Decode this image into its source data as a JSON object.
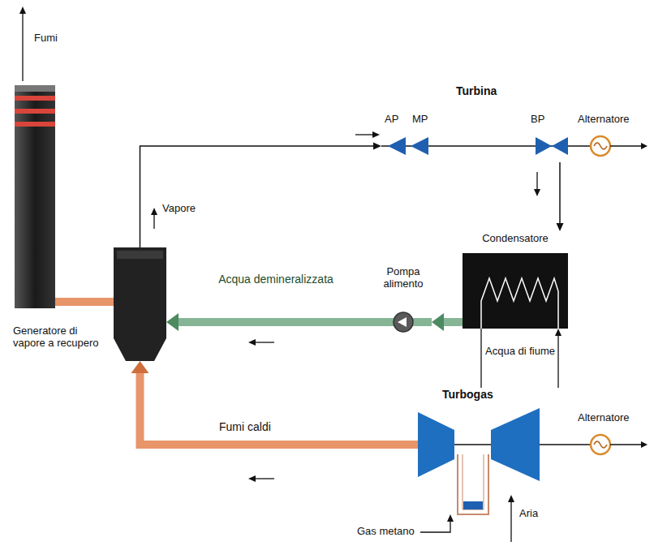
{
  "diagram": {
    "nodes": [
      {
        "text": [
          "Turbina",
          "AP",
          "MP",
          "BP"
        ]
      },
      {
        "text": [
          "Alternatore"
        ]
      },
      {
        "text": [
          "Generatore di vapore a recupero"
        ]
      },
      {
        "text": [
          "Pompa alimento"
        ]
      },
      {
        "text": [
          "Condensatore"
        ]
      },
      {
        "text": [
          "Turbogas"
        ]
      },
      {
        "text": [
          "Alternatore"
        ]
      }
    ],
    "edges": [
      {
        "from": 2,
        "to": 0,
        "arrow": "to",
        "label": "Vapore"
      },
      {
        "from": 0,
        "to": 1,
        "arrow": "none"
      },
      {
        "from": 0,
        "to": 4,
        "arrow": "to"
      },
      {
        "from": 4,
        "to": 3,
        "arrow": "to"
      },
      {
        "from": 3,
        "to": 2,
        "arrow": "to",
        "label": "Acqua demineralizzata"
      },
      {
        "from": 5,
        "to": 2,
        "arrow": "to",
        "label": "Fumi caldi"
      },
      {
        "from": 5,
        "to": 6,
        "arrow": "none"
      }
    ],
    "labels": [
      "Fumi",
      "Acqua di fiume",
      "Gas metano",
      "Aria"
    ]
  }
}
